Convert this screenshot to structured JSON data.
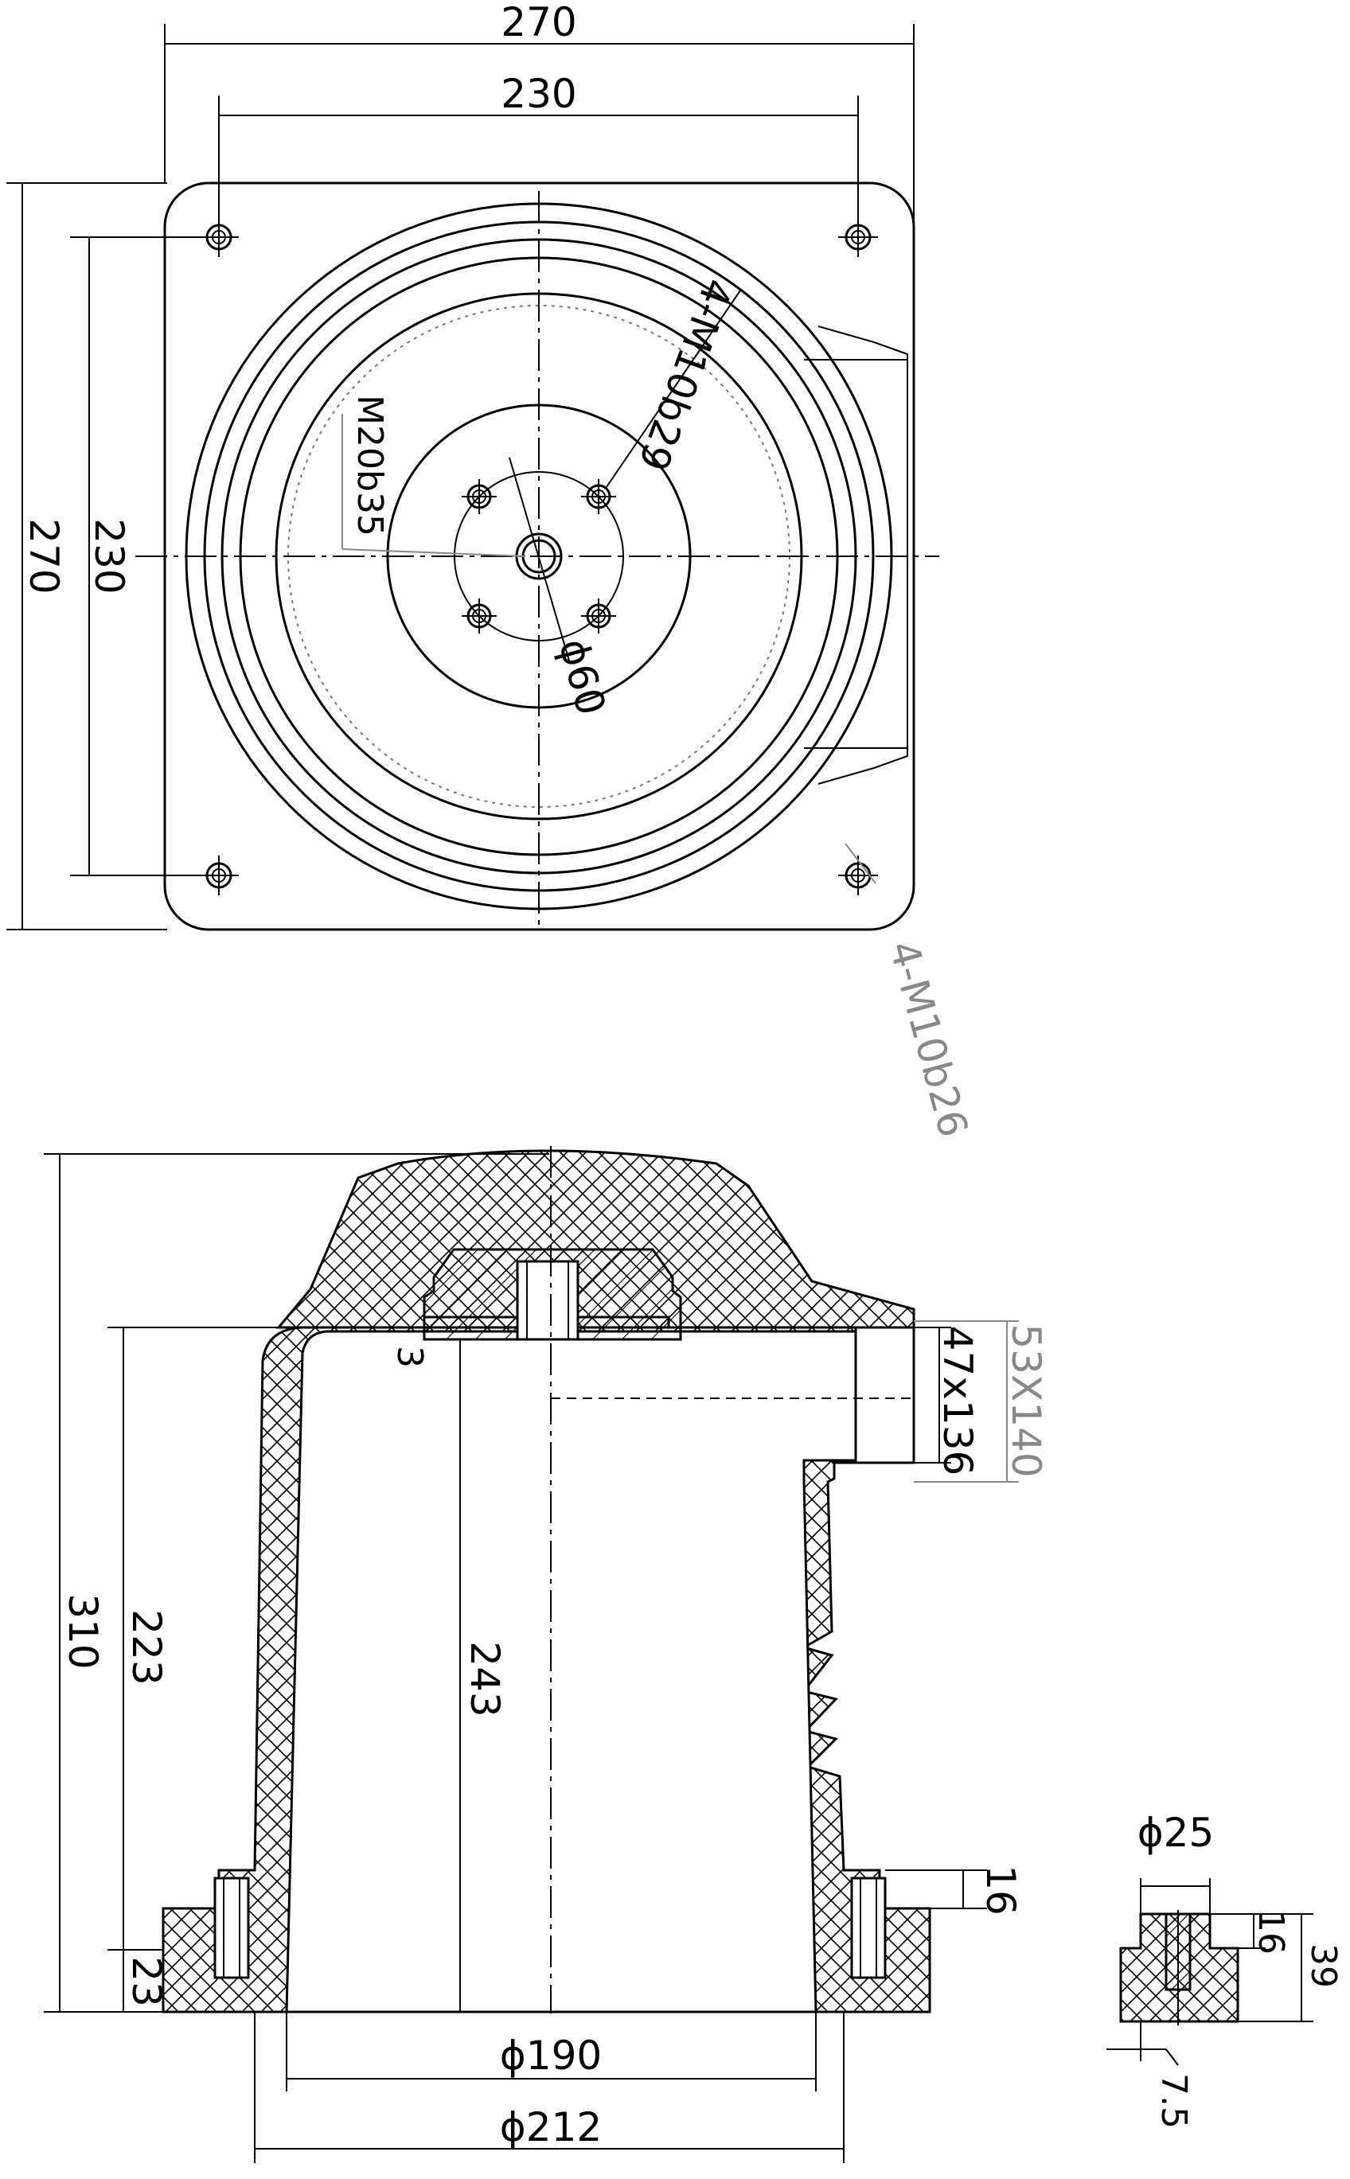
{
  "top_view": {
    "dim_width_outer": "270",
    "dim_width_inner": "230",
    "dim_height_outer": "270",
    "dim_height_inner": "230",
    "label_thread_large": "4-M10b29",
    "label_thread_center": "M20b35",
    "label_pcd": "ϕ60",
    "label_corner_thread": "4-M10b26"
  },
  "section_view": {
    "dim_total_height": "310",
    "dim_height_223": "223",
    "dim_inner_depth": "243",
    "dim_base_23": "23",
    "dim_insert_16": "16",
    "dim_3": "3",
    "dim_window_inner": "47x136",
    "dim_window_outer": "53X140",
    "dim_inner_dia": "ϕ190",
    "dim_outer_dia": "ϕ212"
  },
  "insert_detail": {
    "dim_dia": "ϕ25",
    "dim_16": "16",
    "dim_39": "39",
    "dim_7_5": "7.5"
  }
}
